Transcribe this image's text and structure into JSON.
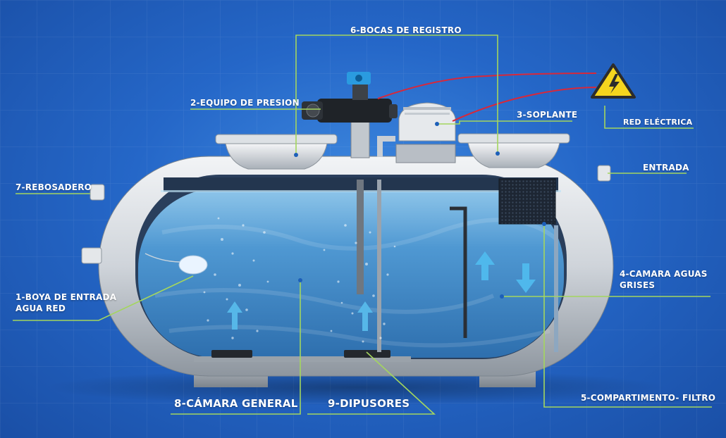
{
  "labels": {
    "bocas_registro": "6-BOCAS DE REGISTRO",
    "equipo_presion": "2-EQUIPO DE PRESION",
    "soplante": "3-SOPLANTE",
    "red_electrica": "RED ELÉCTRICA",
    "entrada": "ENTRADA",
    "rebosadero": "7-REBOSADERO",
    "camara_aguas_line1": "4-CAMARA AGUAS",
    "camara_aguas_line2": "GRISES",
    "boya_line1": "1-BOYA DE ENTRADA",
    "boya_line2": "AGUA RED",
    "camara_general": "8-CÁMARA GENERAL",
    "dipusores": "9-DIPUSORES",
    "compartimento_filtro": "5-COMPARTIMENTO- FILTRO"
  },
  "colors": {
    "background": "#2567c8",
    "leader_line": "#a4d65e",
    "tank_shell": "#d9dde2",
    "water": "#3d86c8",
    "warning": "#f5d51e",
    "cable": "#d8283a",
    "arrow": "#56b7e8"
  },
  "icons": {
    "warning": "electric-hazard-icon",
    "pump": "pump-icon",
    "blower": "blower-icon",
    "float": "float-buoy-icon"
  }
}
